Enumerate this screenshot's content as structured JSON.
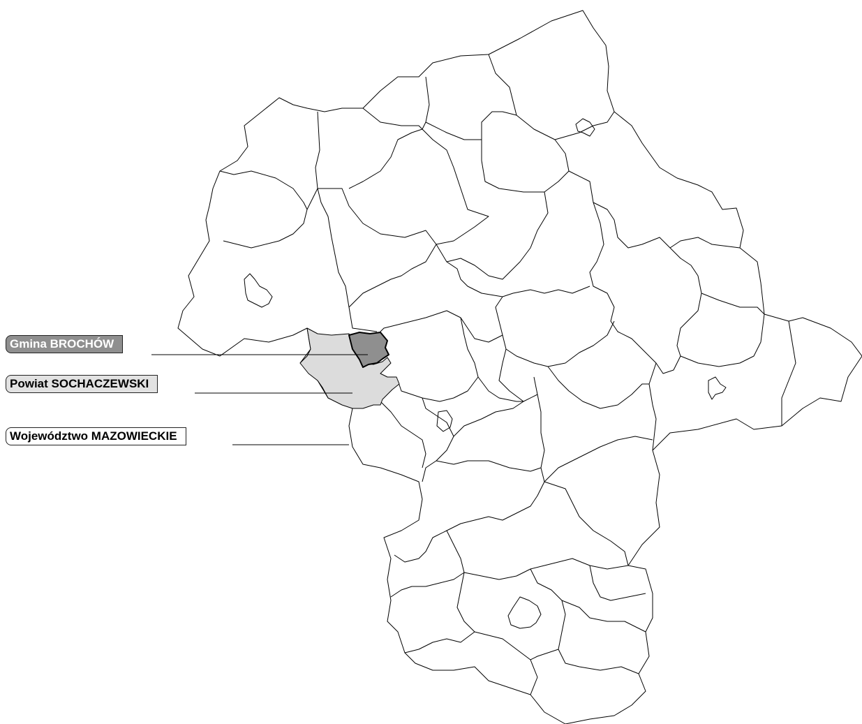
{
  "labels": {
    "gmina": "Gmina BROCHÓW",
    "powiat": "Powiat SOCHACZEWSKI",
    "wojewodztwo": "Województwo MAZOWIECKIE"
  },
  "colors": {
    "gmina_fill": "#8f8f8f",
    "powiat_fill": "#dcdcdc",
    "voivodeship_fill": "#ffffff",
    "border": "#000000"
  }
}
